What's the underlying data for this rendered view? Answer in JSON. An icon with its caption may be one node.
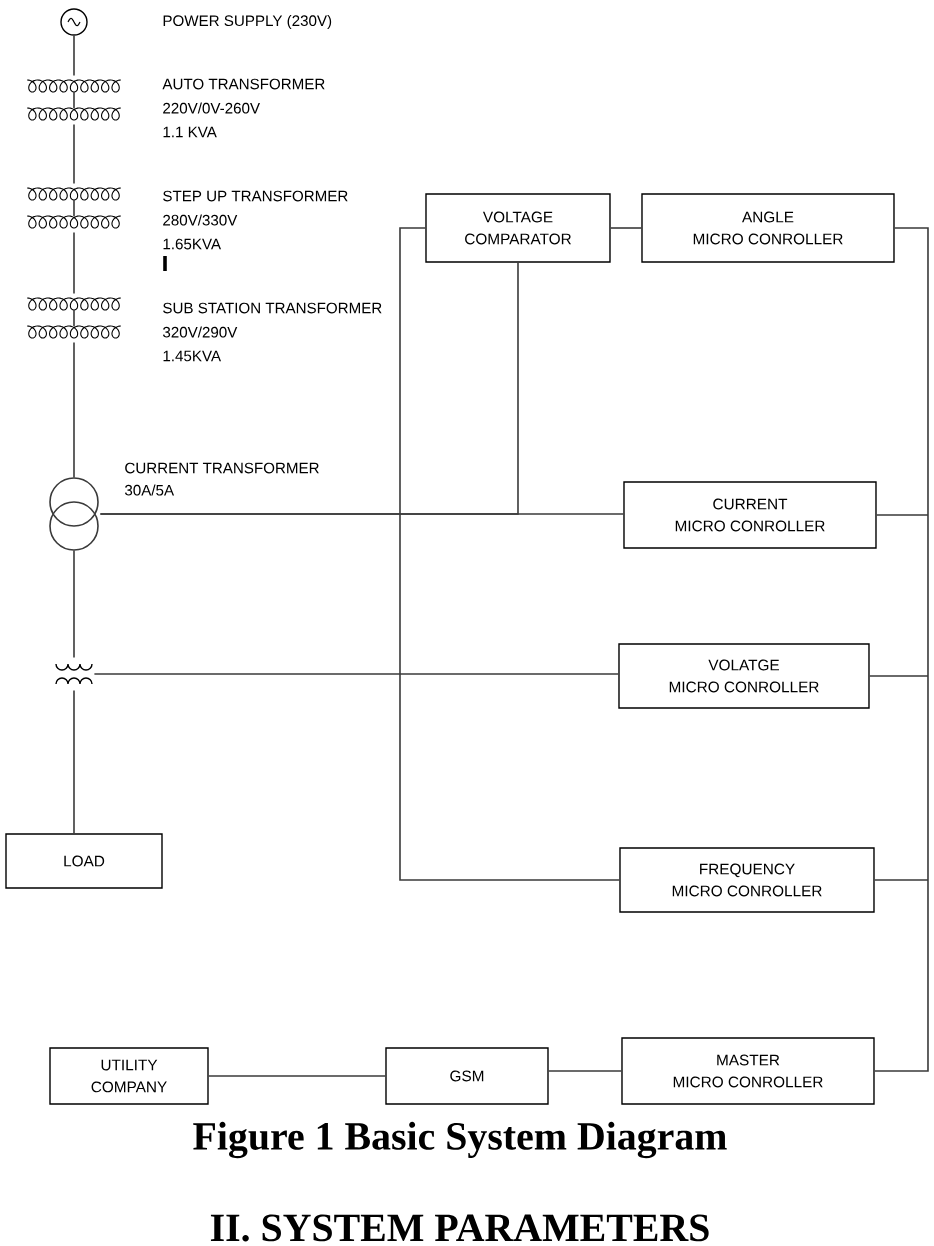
{
  "diagram": {
    "caption": "Figure 1 Basic System Diagram",
    "nodes": [
      {
        "text": [],
        "shape": "circle"
      },
      {
        "text": [],
        "shape": "picture",
        "beside": [
          "AUTO TRANSFORMER",
          "220V/0V-260V",
          "1.1 KVA"
        ]
      },
      {
        "text": [],
        "shape": "picture",
        "beside": [
          "STEP UP TRANSFORMER",
          "280V/330V",
          "1.65KVA"
        ]
      },
      {
        "text": [],
        "shape": "picture",
        "beside": [
          "SUB STATION TRANSFORMER",
          "320V/290V",
          "1.45KVA"
        ]
      },
      {
        "text": [],
        "shape": "circle",
        "beside": [
          "CURRENT TRANSFORMER",
          "30A/5A"
        ]
      },
      {
        "text": [],
        "shape": "picture"
      },
      {
        "text": [
          "LOAD"
        ]
      },
      {
        "text": [
          "VOLTAGE COMPARATOR"
        ]
      },
      {
        "text": [
          "ANGLE",
          "MICRO CONROLLER"
        ]
      },
      {
        "text": [
          "CURRENT",
          "MICRO CONROLLER"
        ]
      },
      {
        "text": [
          "VOLATGE",
          "MICRO CONROLLER"
        ]
      },
      {
        "text": [
          "FREQUENCY",
          "MICRO CONROLLER"
        ]
      },
      {
        "text": [
          "UTILITY COMPANY"
        ]
      },
      {
        "text": [
          "GSM"
        ]
      },
      {
        "text": [
          "MASTER",
          "MICRO CONROLLER"
        ]
      }
    ],
    "edges": [
      {
        "from": 0,
        "to": 1,
        "arrow": "none"
      },
      {
        "from": 1,
        "to": 2,
        "arrow": "none"
      },
      {
        "from": 2,
        "to": 3,
        "arrow": "none"
      },
      {
        "from": 3,
        "to": 4,
        "arrow": "none"
      },
      {
        "from": 4,
        "to": 5,
        "arrow": "none"
      },
      {
        "from": 5,
        "to": 6,
        "arrow": "none"
      },
      {
        "from": 7,
        "to": 8,
        "arrow": "none"
      },
      {
        "from": 4,
        "to": 7,
        "arrow": "none"
      },
      {
        "from": 4,
        "to": 9,
        "arrow": "none"
      },
      {
        "from": 7,
        "to": 11,
        "arrow": "none"
      },
      {
        "from": 5,
        "to": 10,
        "arrow": "none"
      },
      {
        "from": 8,
        "to": 14,
        "arrow": "none"
      },
      {
        "from": 9,
        "to": 14,
        "arrow": "none"
      },
      {
        "from": 10,
        "to": 14,
        "arrow": "none"
      },
      {
        "from": 11,
        "to": 14,
        "arrow": "none"
      },
      {
        "from": 14,
        "to": 13,
        "arrow": "none"
      },
      {
        "from": 13,
        "to": 12,
        "arrow": "none"
      }
    ],
    "labels": [
      "POWER SUPPLY (230V)",
      "II. SYSTEM PARAMETERS"
    ]
  }
}
